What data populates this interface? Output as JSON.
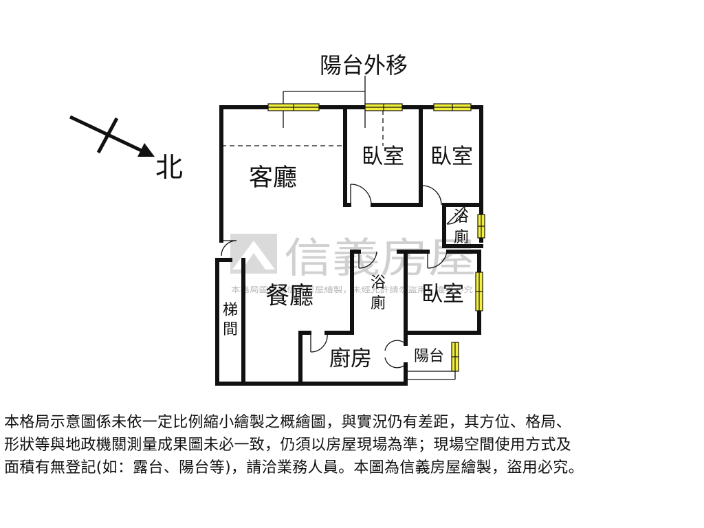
{
  "annotation": {
    "balcony_moved_out": "陽台外移"
  },
  "compass": {
    "north": "北"
  },
  "rooms": {
    "living_room": "客廳",
    "bedroom_1": "臥室",
    "bedroom_2": "臥室",
    "bedroom_3": "臥室",
    "bath_1": [
      "浴",
      "廁"
    ],
    "bath_2": [
      "浴",
      "廁"
    ],
    "dining_room": "餐廳",
    "stairwell": [
      "梯",
      "間"
    ],
    "kitchen": "廚房",
    "balcony": "陽台"
  },
  "watermark": {
    "brand": "信義房屋",
    "notice": "本格局圖係由信義房屋繪製，未經允許請勿盜用，違者必究"
  },
  "disclaimer": [
    "本格局示意圖係未依一定比例縮小繪製之概繪圖，與實況仍有差距，其方位、格局、",
    "形狀等與地政機關測量成果圖未必一致，仍須以房屋現場為準；現場空間使用方式及",
    "面積有無登記(如：露台、陽台等)，請洽業務人員。本圖為信義房屋繪製，盜用必究。"
  ],
  "colors": {
    "wall": "#111111",
    "window": "#f2ee3a",
    "watermark": "#c8c8c8"
  }
}
